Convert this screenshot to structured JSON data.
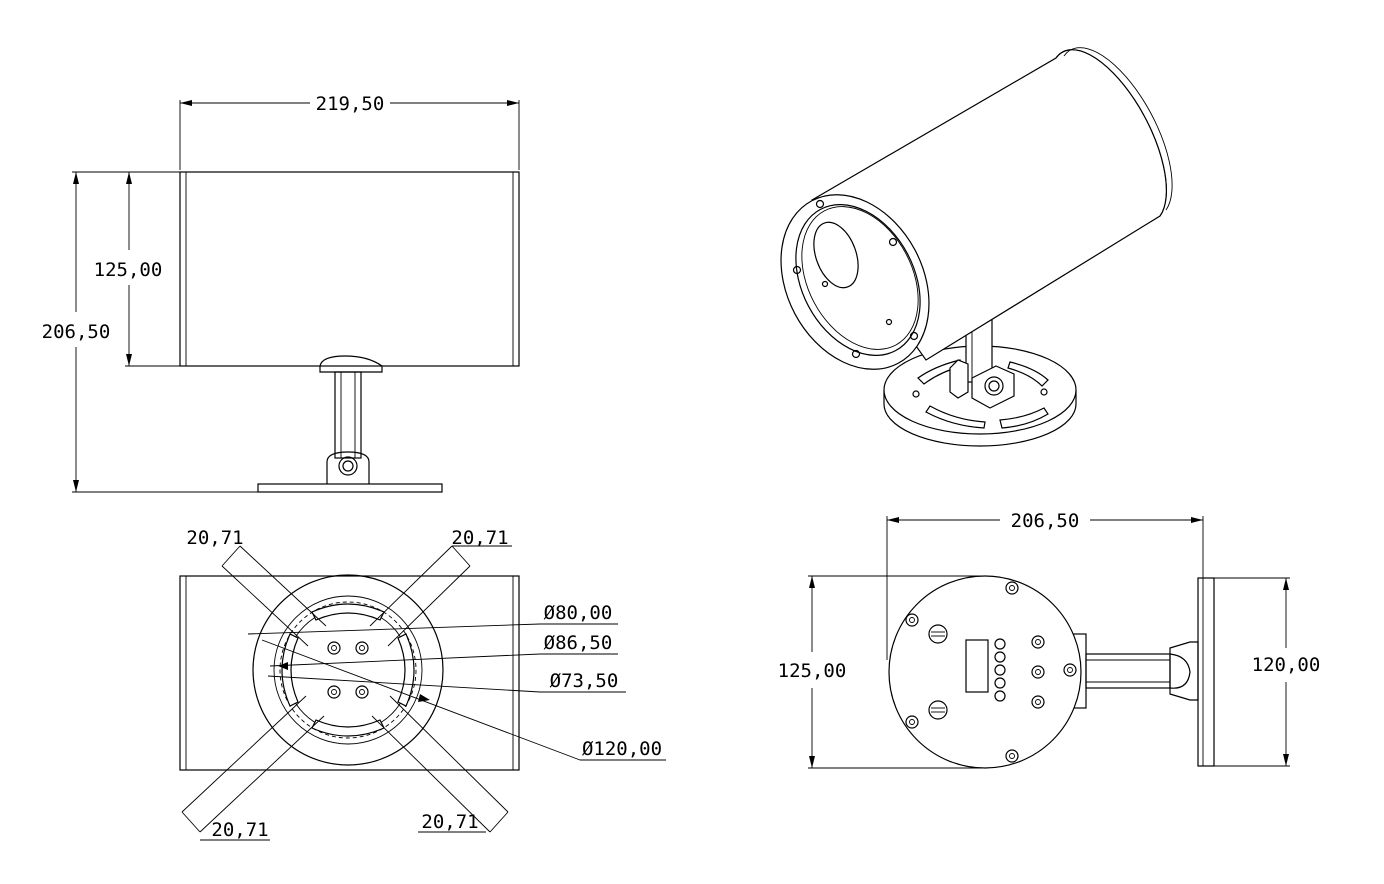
{
  "drawing": {
    "side_view": {
      "width": "219,50",
      "body_height": "125,00",
      "total_height": "206,50"
    },
    "base_view": {
      "slot_tl": "20,71",
      "slot_tr": "20,71",
      "slot_bl": "20,71",
      "slot_br": "20,71",
      "dia_a": "Ø80,00",
      "dia_b": "Ø86,50",
      "dia_c": "Ø73,50",
      "dia_d": "Ø120,00"
    },
    "rear_view": {
      "width": "206,50",
      "height_left": "125,00",
      "height_right": "120,00"
    }
  }
}
